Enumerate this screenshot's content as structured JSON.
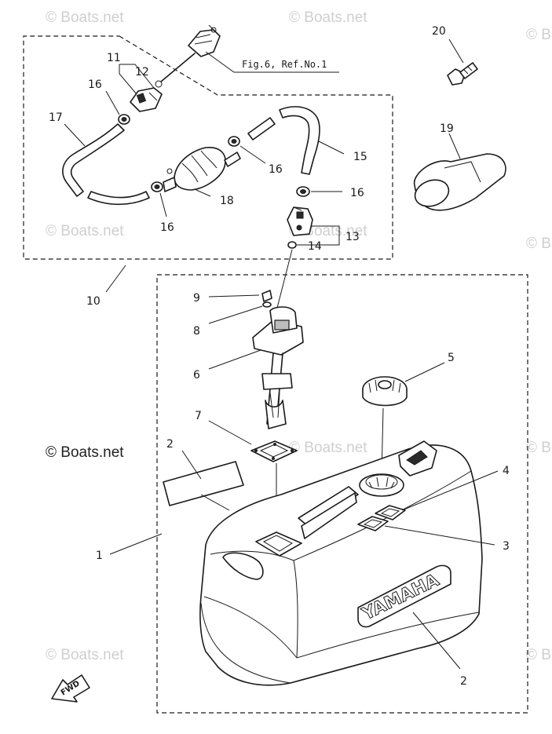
{
  "watermark": "© Boats.net",
  "reference_note": "Fig.6, Ref.No.1",
  "fwd_label": "FWD",
  "brand_label": "YAMAHA",
  "callouts": {
    "n1": "1",
    "n2a": "2",
    "n2b": "2",
    "n3": "3",
    "n4": "4",
    "n5": "5",
    "n6": "6",
    "n7": "7",
    "n8": "8",
    "n9": "9",
    "n10": "10",
    "n11": "11",
    "n12": "12",
    "n13": "13",
    "n14": "14",
    "n15": "15",
    "n16a": "16",
    "n16b": "16",
    "n16c": "16",
    "n16d": "16",
    "n17": "17",
    "n18": "18",
    "n19": "19",
    "n20": "20"
  }
}
